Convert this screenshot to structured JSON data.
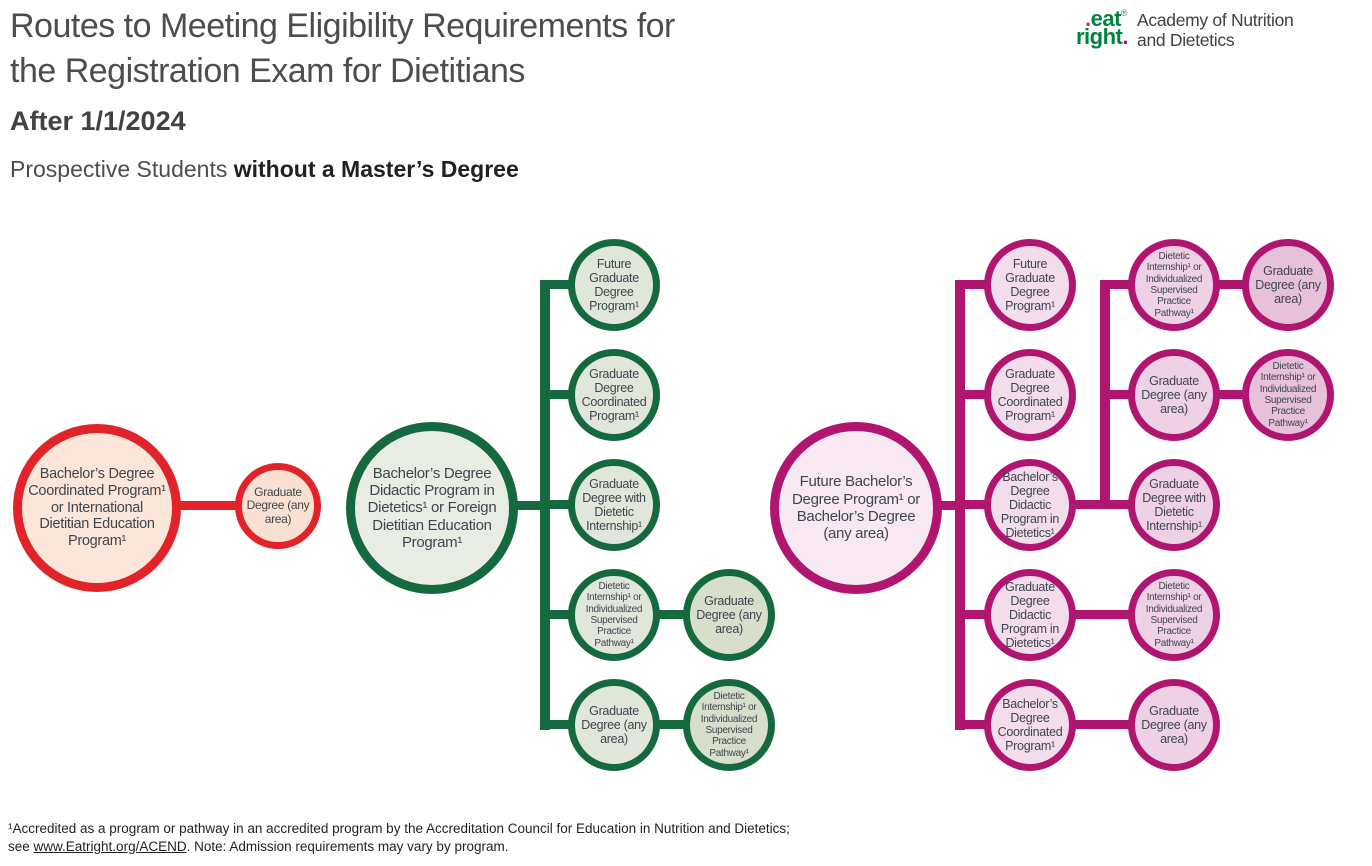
{
  "header": {
    "title_line1": "Routes to Meeting Eligibility Requirements for",
    "title_line2": "the Registration Exam for Dietitians",
    "subtitle": "After 1/1/2024",
    "audience_prefix": "Prospective Students ",
    "audience_bold": "without a Master’s Degree"
  },
  "logo": {
    "lead_dot": ".",
    "word1": "eat",
    "registered": "®",
    "word2": "right",
    "period": ".",
    "org_line1": "Academy of Nutrition",
    "org_line2": "and Dietetics"
  },
  "colors": {
    "red": "#e2232a",
    "green": "#15693f",
    "magenta": "#b01670",
    "logo_green": "#00843d",
    "text": "#3f4650"
  },
  "nodes": {
    "red_root": "Bachelor’s Degree Coordinated Program¹ or International Dietitian Education Program¹",
    "red_grad_any": "Graduate Degree (any area)",
    "green_root": "Bachelor’s Degree Didactic Program in Dietetics¹ or Foreign Dietitian Education Program¹",
    "green_b1": "Future Graduate Degree Program¹",
    "green_b2": "Graduate Degree Coordinated Program¹",
    "green_b3": "Graduate Degree with Dietetic Internship¹",
    "green_b4": "Dietetic Internship¹ or Individualized Supervised Practice Pathway¹",
    "green_b4_next": "Graduate Degree (any area)",
    "green_b5": "Graduate Degree (any area)",
    "green_b5_next": "Dietetic Internship¹ or Individualized Supervised Practice Pathway¹",
    "magenta_root": "Future Bachelor’s Degree Program¹ or Bachelor’s Degree (any area)",
    "magenta_b1": "Future Graduate Degree Program¹",
    "magenta_b2": "Graduate Degree Coordinated Program¹",
    "magenta_b3": "Bachelor’s Degree Didactic Program in Dietetics¹",
    "magenta_b4": "Graduate Degree Didactic Program in Dietetics¹",
    "magenta_b5": "Bachelor’s Degree Coordinated Program¹",
    "magenta_b3_s1": "Dietetic Internship¹ or Individualized Supervised Practice Pathway¹",
    "magenta_b3_s1_next": "Graduate Degree (any area)",
    "magenta_b3_s2": "Graduate Degree (any area)",
    "magenta_b3_s2_next": "Dietetic Internship¹ or Individualized Supervised Practice Pathway¹",
    "magenta_b3_s3": "Graduate Degree with Dietetic Internship¹",
    "magenta_b4_next": "Dietetic Internship¹ or Individualized Supervised Practice Pathway¹",
    "magenta_b5_next": "Graduate Degree (any area)"
  },
  "footnote": {
    "line1": "¹Accredited as a program or pathway in an accredited program by the Accreditation Council for Education in Nutrition and Dietetics;",
    "line2_pre": "see ",
    "link": "www.Eatright.org/ACEND",
    "line2_post": ". Note: Admission requirements may vary by program."
  }
}
